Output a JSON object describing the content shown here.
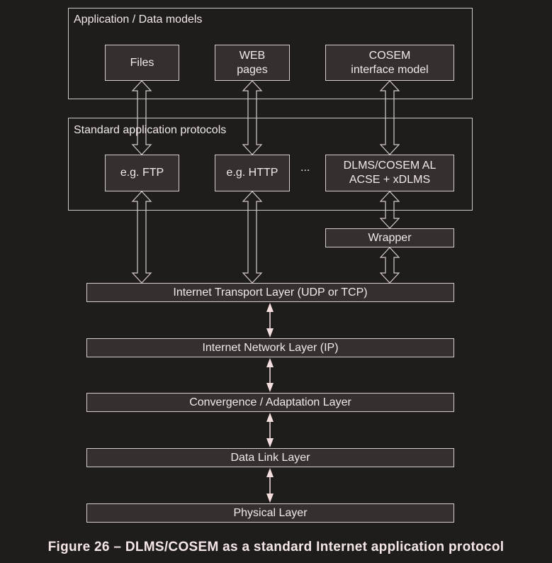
{
  "groups": {
    "application": {
      "label": "Application / Data models"
    },
    "protocols": {
      "label": "Standard application protocols"
    }
  },
  "app_boxes": {
    "files": "Files",
    "web_line1": "WEB",
    "web_line2": "pages",
    "cosem_line1": "COSEM",
    "cosem_line2": "interface model"
  },
  "proto_boxes": {
    "ftp": "e.g. FTP",
    "http": "e.g. HTTP",
    "ellipsis": "...",
    "dlms_line1": "DLMS/COSEM AL",
    "dlms_line2": "ACSE + xDLMS"
  },
  "wrapper": "Wrapper",
  "layers": [
    "Internet Transport Layer (UDP or TCP)",
    "Internet Network Layer (IP)",
    "Convergence / Adaptation Layer",
    "Data Link Layer",
    "Physical Layer"
  ],
  "caption": "Figure 26 – DLMS/COSEM as a standard Internet application protocol",
  "colors": {
    "background": "#1f1c1c",
    "box_fill": "#353030",
    "stroke": "#d6cccc",
    "small_arrow": "#f4dede"
  }
}
